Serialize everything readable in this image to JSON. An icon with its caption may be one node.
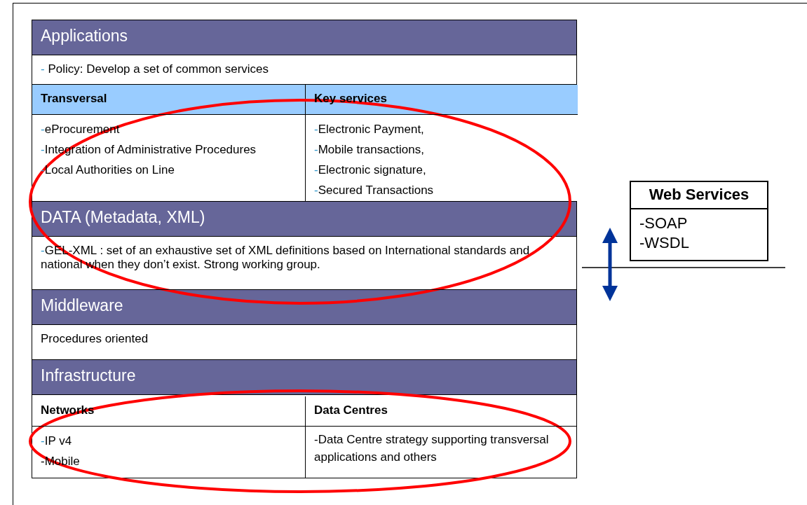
{
  "diagram": {
    "nodes": [
      {
        "text": [
          "Applications",
          "- Policy: Develop a set of common services"
        ]
      },
      {
        "text": [
          "Transversal",
          "-eProcurement",
          "-Integration of Administrative Procedures",
          "-Local Authorities on Line"
        ],
        "in": 0
      },
      {
        "text": [
          "Key services",
          "-Electronic Payment,",
          "-Mobile transactions,",
          "-Electronic signature,",
          "-Secured Transactions"
        ],
        "in": 0
      },
      {
        "text": [
          "DATA (Metadata, XML)",
          "-GEL-XML : set of an exhaustive set of XML definitions based on International standards and national when they don’t exist. Strong working group."
        ]
      },
      {
        "text": [
          "Middleware",
          "Procedures oriented"
        ]
      },
      {
        "text": [
          "Infrastructure"
        ]
      },
      {
        "text": [
          "Networks",
          "-IP v4",
          "-Mobile"
        ],
        "in": 5
      },
      {
        "text": [
          "Data Centres",
          "-Data Centre strategy supporting transversal applications and others"
        ],
        "in": 5
      },
      {
        "text": [
          "Web Services",
          "-SOAP",
          "-WSDL"
        ]
      }
    ],
    "edges": []
  }
}
